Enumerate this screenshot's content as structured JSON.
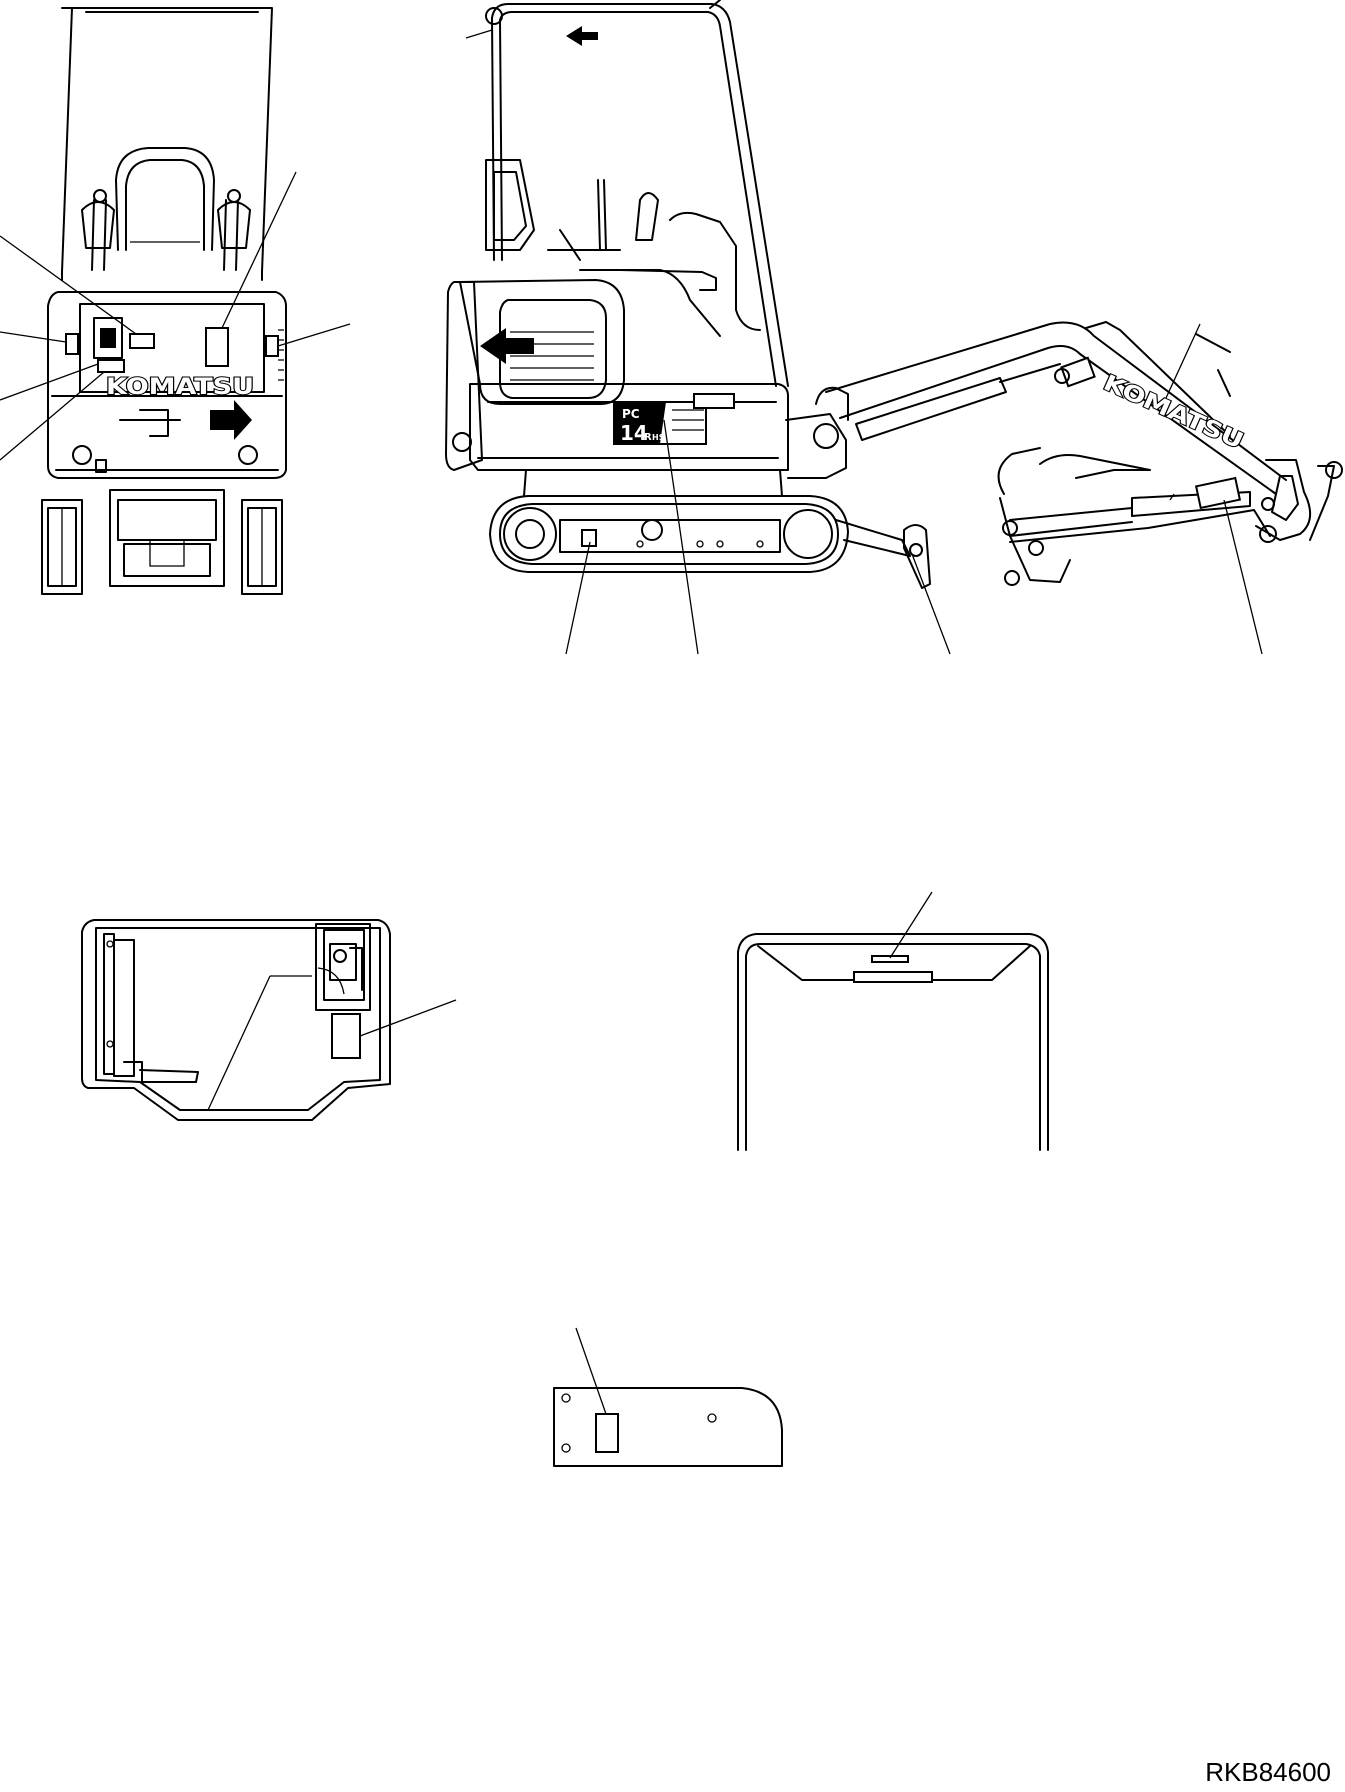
{
  "diagram": {
    "figure_code": "RKB84600",
    "brand_logo": "KOMATSU",
    "model_badge": {
      "line1": "PC",
      "line2": "14",
      "line3": "R",
      "line4": "HS"
    },
    "icons": [
      "direction-arrow-icon"
    ]
  }
}
